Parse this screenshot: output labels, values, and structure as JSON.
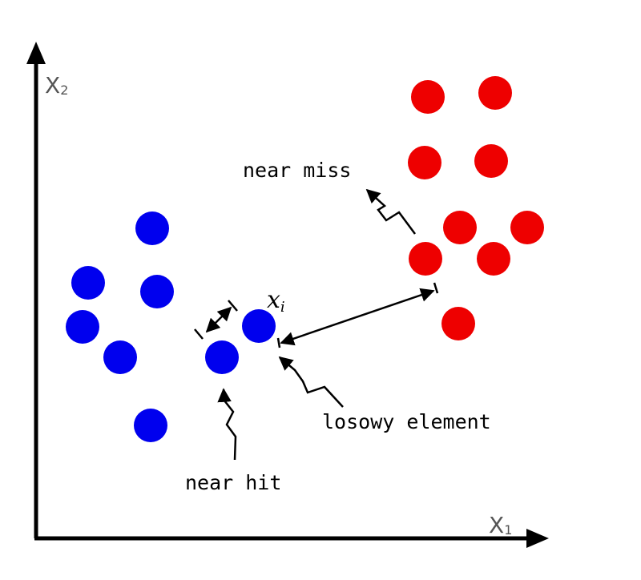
{
  "axes": {
    "x_label": "X",
    "x_subscript": "1",
    "y_label": "X",
    "y_subscript": "2",
    "axis_color": "#000000",
    "label_color": "#555555"
  },
  "points": {
    "blue_color": "#0000ee",
    "red_color": "#ee0000"
  },
  "labels": {
    "near_miss": "near miss",
    "near_hit": "near hit",
    "random_element": "losowy element",
    "xi_letter": "x",
    "xi_subscript": "i"
  }
}
